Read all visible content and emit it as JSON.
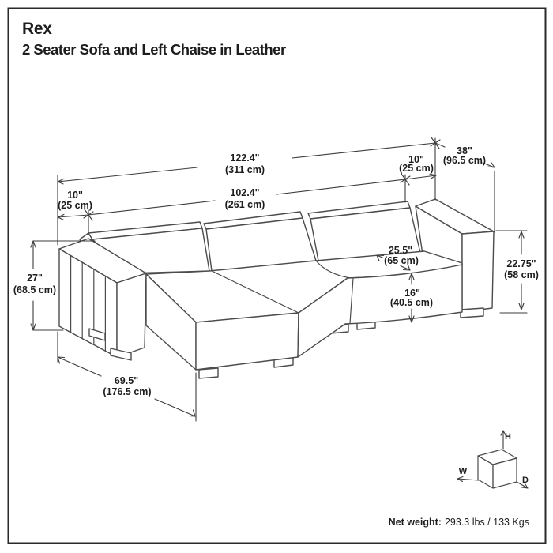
{
  "title": "Rex",
  "subtitle": "2 Seater Sofa and Left Chaise in Leather",
  "dims": {
    "overall_width": {
      "in": "122.4\"",
      "cm": "(311 cm)"
    },
    "inner_width": {
      "in": "102.4\"",
      "cm": "(261 cm)"
    },
    "left_arm_width": {
      "in": "10\"",
      "cm": "(25 cm)"
    },
    "right_arm_width": {
      "in": "10\"",
      "cm": "(25 cm)"
    },
    "depth": {
      "in": "38\"",
      "cm": "(96.5 cm)"
    },
    "back_height": {
      "in": "27\"",
      "cm": "(68.5 cm)"
    },
    "arm_height": {
      "in": "22.75\"",
      "cm": "(58 cm)"
    },
    "seat_depth": {
      "in": "25.5\"",
      "cm": "(65 cm)"
    },
    "seat_height": {
      "in": "16\"",
      "cm": "(40.5 cm)"
    },
    "chaise_length": {
      "in": "69.5\"",
      "cm": "(176.5 cm)"
    }
  },
  "cube": {
    "h": "H",
    "w": "W",
    "d": "D"
  },
  "net_weight": {
    "label": "Net weight:",
    "value": "293.3 lbs / 133 Kgs"
  },
  "colors": {
    "bg": "#ffffff",
    "border": "#2a2a2a",
    "line-art": "#4c4c4c",
    "dim": "#3c3c3c",
    "text": "#1d1d1d"
  }
}
